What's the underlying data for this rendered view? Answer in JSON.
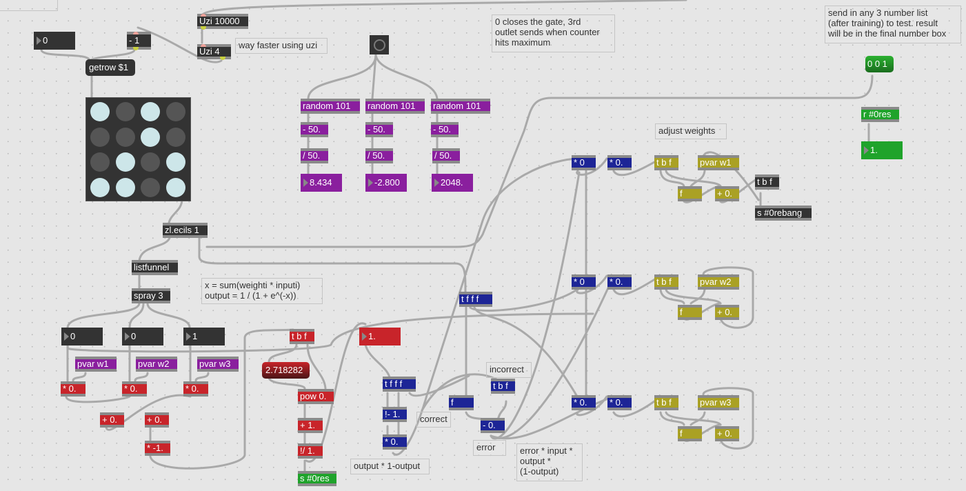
{
  "comments": {
    "uzi_note": "way faster using uzi",
    "gate_note": "0 closes the gate, 3rd\noutlet sends when counter\nhits maximum",
    "test_note": "send in any 3 number list\n(after training) to test. result\nwill be in the final number box",
    "formula": "x = sum(weighti * inputi)\noutput = 1 / (1 + e^(-x))",
    "adjust": "adjust weights",
    "correct": "correct",
    "incorrect": "incorrect",
    "error": "error",
    "deriv": "output * 1-output",
    "error_formula": "error * input *\noutput *\n(1-output)"
  },
  "objects": {
    "uzi_10000": "Uzi 10000",
    "uzi_4": "Uzi 4",
    "row_number": "0",
    "minus_one": "- 1",
    "getrow": "getrow $1",
    "zl_ecils": "zl.ecils 1",
    "listfunnel": "listfunnel",
    "spray": "spray 3",
    "random": [
      "random 101",
      "random 101",
      "random 101"
    ],
    "minus50": [
      "- 50.",
      "- 50.",
      "- 50."
    ],
    "div50": [
      "/ 50.",
      "/ 50.",
      "/ 50."
    ],
    "random_out": [
      "8.434",
      "-2.800",
      "2048."
    ],
    "inputs": [
      "0",
      "0",
      "1"
    ],
    "pvars": [
      "pvar w1",
      "pvar w2",
      "pvar w3"
    ],
    "mults": [
      "* 0.",
      "* 0.",
      "* 0."
    ],
    "adds": [
      "+ 0.",
      "+ 0."
    ],
    "neg": "* -1.",
    "tbf_red": "t b f",
    "euler": "2.718282",
    "pow": "pow 0.",
    "plus1": "+ 1.",
    "rdiv": "!/ 1.",
    "send_res": "s #0res",
    "target_num": "1.",
    "tfff_a": "t f f f",
    "tfff_b": "t f f f",
    "rminus": "!- 1.",
    "mult_deriv": "* 0.",
    "f_err": "f",
    "tbf_err": "t b f",
    "minus_err": "- 0.",
    "test_msg": "0 0 1",
    "recv_res": "r #0res",
    "result_num": "1.",
    "adjust_rows": [
      {
        "m1": "* 0",
        "m2": "* 0.",
        "tbf": "t b f",
        "pvar": "pvar w1",
        "f": "f",
        "add": "+ 0."
      },
      {
        "m1": "* 0",
        "m2": "* 0.",
        "tbf": "t b f",
        "pvar": "pvar w2",
        "f": "f",
        "add": "+ 0."
      },
      {
        "m1": "* 0.",
        "m2": "* 0.",
        "tbf": "t b f",
        "pvar": "pvar w3",
        "f": "f",
        "add": "+ 0."
      }
    ],
    "tbf_dark": "t b f",
    "send_rebang": "s #0rebang"
  },
  "matrix": {
    "rows": [
      [
        1,
        0,
        1,
        0
      ],
      [
        0,
        0,
        1,
        0
      ],
      [
        0,
        1,
        0,
        1
      ],
      [
        1,
        1,
        0,
        1
      ]
    ]
  }
}
